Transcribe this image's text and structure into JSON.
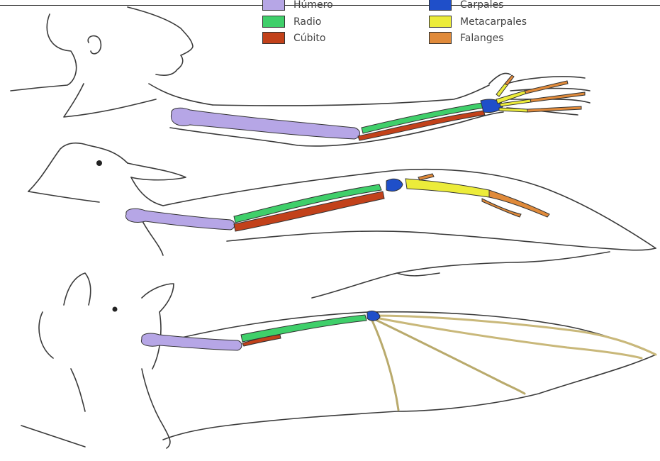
{
  "legend": [
    {
      "label": "Húmero",
      "color": "#b6a6e6"
    },
    {
      "label": "Radio",
      "color": "#3fcf6a"
    },
    {
      "label": "Cúbito",
      "color": "#c2411a"
    },
    {
      "label": "Carpales",
      "color": "#1f4fc9"
    },
    {
      "label": "Metacarpales",
      "color": "#ecec3a"
    },
    {
      "label": "Falanges",
      "color": "#e08a3a"
    }
  ],
  "colors": {
    "outline": "#3a3a3a",
    "humerus": "#b6a6e6",
    "radius": "#3fcf6a",
    "ulna": "#c2411a",
    "carpals": "#1f4fc9",
    "metacarpals": "#ecec3a",
    "phalanges": "#e08a3a"
  }
}
